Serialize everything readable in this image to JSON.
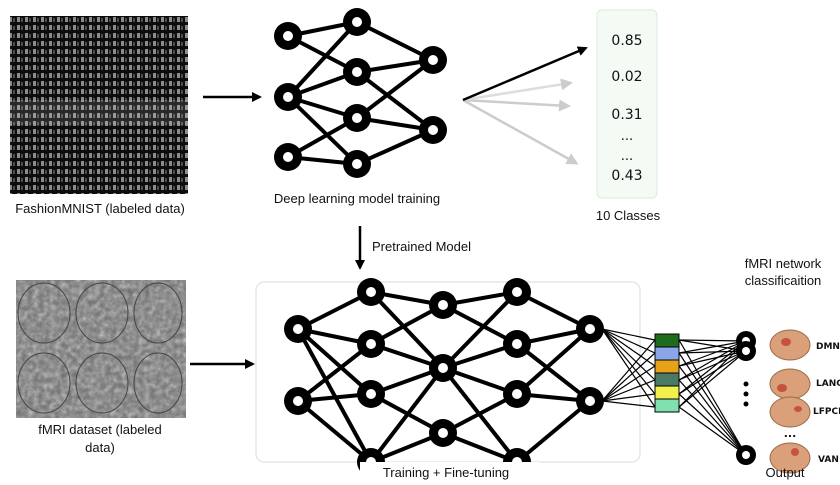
{
  "pretraining": {
    "dataset_label": "FashionMNIST (labeled data)",
    "model_label": "Deep learning model training",
    "outputs": [
      "0.85",
      "0.02",
      "0.31",
      "...",
      "...",
      "0.43"
    ],
    "outputs_caption": "10 Classes"
  },
  "transfer": {
    "arrow_label": "Pretrained Model"
  },
  "finetuning": {
    "dataset_label_line1": "fMRI dataset (labeled",
    "dataset_label_line2": "data)",
    "model_label": "Training + Fine-tuning"
  },
  "classification": {
    "title_line1": "fMRI network",
    "title_line2": "classificaition",
    "networks": [
      "DMN",
      "LANG",
      "LFPCN",
      "VAN"
    ],
    "output_caption": "Output",
    "feature_colors": [
      "#1e6b1e",
      "#8aa6e8",
      "#e8a21a",
      "#4a7a66",
      "#f2f04a",
      "#7fe0b0"
    ]
  },
  "colors": {
    "node_fill": "#000000",
    "brain_fill": "#d9a07a",
    "brain_accent": "#c0392b",
    "faded_arrow": "#cccccc"
  }
}
